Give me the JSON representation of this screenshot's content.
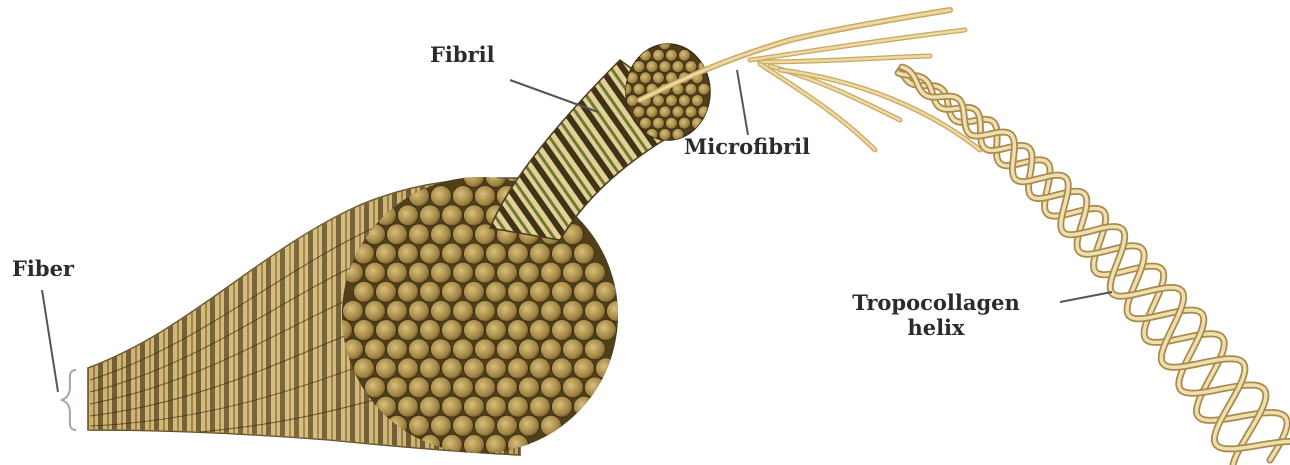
{
  "labels": {
    "fibril": "Fibril",
    "microfibril": "Microfibril",
    "fiber": "Fiber",
    "tropocollagen_line1": "Tropocollagen",
    "tropocollagen_line2": "helix"
  },
  "colors": {
    "background": "#ffffff",
    "label_text": "#2b2b2b",
    "leader_line": "#555555",
    "strand_light": "#e9d39a",
    "strand_mid": "#c9a862",
    "strand_dark": "#5e4a22",
    "band_dark": "#3f3418",
    "band_green": "#6b7a3a",
    "bracket": "#9aa8b8"
  },
  "icons": {
    "fiber": "fiber-bundle-illustration",
    "fibril": "fibril-illustration",
    "microfibril": "microfibril-strands",
    "helix": "tropocollagen-triple-helix"
  }
}
